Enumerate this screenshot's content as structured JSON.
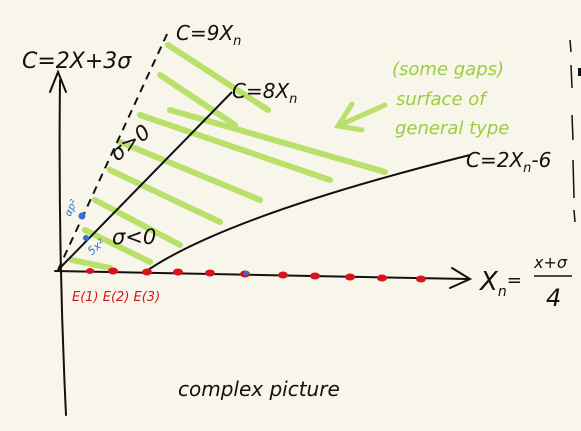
{
  "diagram": {
    "labels": {
      "top_partial": "",
      "c_axis": "C=2X+3σ",
      "line_9x": "C=9X",
      "line_9x_sub": "n",
      "line_8x": "C=8X",
      "line_8x_sub": "n",
      "line_2x": "C=2X",
      "line_2x_sub": "n",
      "line_2x_tail": "-6",
      "sigma_pos": "σ>0",
      "sigma_neg": "σ<0",
      "green_note_1": "(some gaps)",
      "green_note_2": "surface of",
      "green_note_3": "general type",
      "x_axis": "X",
      "x_axis_sub": "n",
      "x_axis_eq": "=",
      "frac_num": "x+σ",
      "frac_den": "4",
      "blue_pt1": "αp²",
      "blue_pt2": "5x²",
      "blue_pt2_sup": "2",
      "red_labels": "E(1) E(2) E(3)",
      "caption": "complex picture"
    },
    "colors": {
      "ink": "#111111",
      "green": "#b8e06a",
      "green_text": "#9ccc3e",
      "red": "#d8141b",
      "blue": "#2f6fd6",
      "paper": "#f8f6ea"
    }
  }
}
